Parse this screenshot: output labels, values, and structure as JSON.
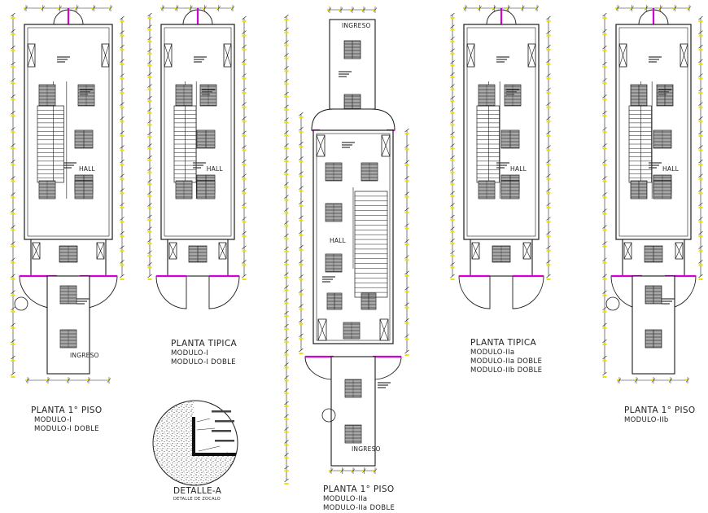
{
  "drawings": [
    {
      "title": "PLANTA 1° PISO",
      "subs": [
        "MODULO-I",
        "MODULO-I DOBLE"
      ]
    },
    {
      "title": "PLANTA TIPICA",
      "subs": [
        "MODULO-I",
        "MODULO-I DOBLE"
      ]
    },
    {
      "title": "PLANTA 1° PISO",
      "subs": [
        "MODULO-IIa",
        "MODULO-IIa DOBLE"
      ]
    },
    {
      "title": "PLANTA TIPICA",
      "subs": [
        "MODULO-IIa",
        "MODULO-IIa DOBLE",
        "MODULO-IIb DOBLE"
      ]
    },
    {
      "title": "PLANTA 1° PISO",
      "subs": [
        "MODULO-IIb"
      ]
    }
  ],
  "detail": {
    "title": "DETALLE-A",
    "sub": "DETALLE DE ZOCALO"
  },
  "room_labels": {
    "hall": "HALL",
    "ingreso": "INGRESO"
  },
  "colors": {
    "line": "#1a1a1a",
    "accent": "#d400d4",
    "dim": "#f0e000",
    "dimline": "#222222"
  }
}
